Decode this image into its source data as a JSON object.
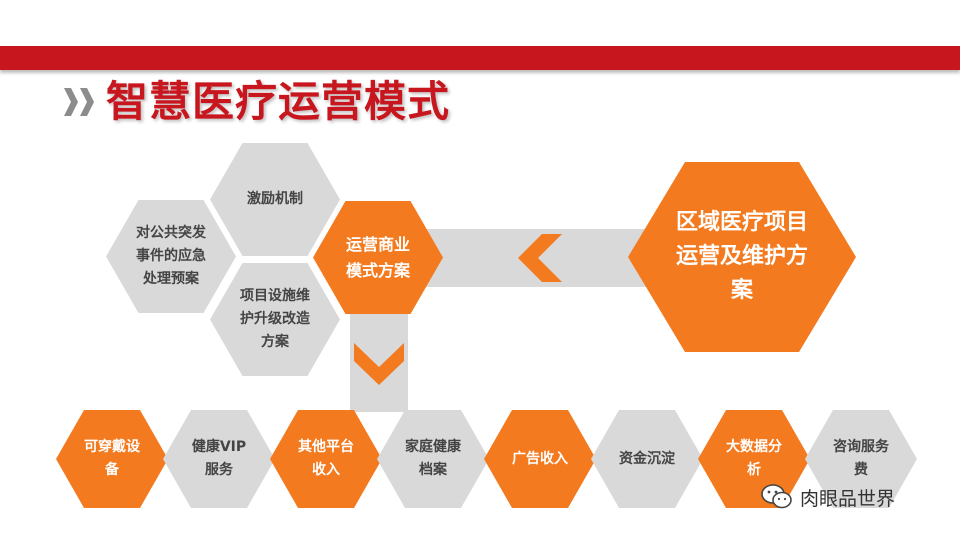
{
  "title": "智慧医疗运营模式",
  "colors": {
    "accent_red": "#c8161e",
    "hex_orange": "#f47a1f",
    "hex_gray": "#d9d9d9",
    "text_dark": "#444444"
  },
  "center": {
    "label": "区域医疗项目运营及维护方案"
  },
  "business": {
    "label": "运营商业模式方案"
  },
  "upper_left": [
    {
      "label": "激励机制"
    },
    {
      "label": "对公共突发事件的应急处理预案"
    },
    {
      "label": "项目设施维护升级改造方案"
    }
  ],
  "bottom_row": [
    {
      "label": "可穿戴设备"
    },
    {
      "label": "健康VIP服务"
    },
    {
      "label": "其他平台收入"
    },
    {
      "label": "家庭健康档案"
    },
    {
      "label": "广告收入"
    },
    {
      "label": "资金沉淀"
    },
    {
      "label": "大数据分析"
    },
    {
      "label": "咨询服务费"
    }
  ],
  "watermark": {
    "text": "肉眼品世界",
    "icon": "wechat-icon"
  }
}
